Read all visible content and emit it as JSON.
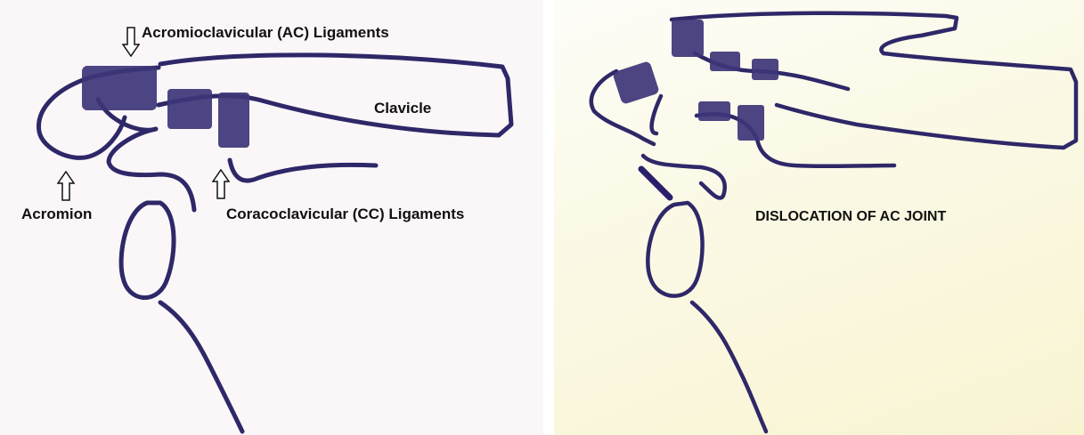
{
  "left_panel": {
    "labels": {
      "ac_ligaments": "Acromioclavicular (AC) Ligaments",
      "clavicle": "Clavicle",
      "acromion": "Acromion",
      "cc_ligaments": "Coracoclavicular (CC) Ligaments"
    }
  },
  "right_panel": {
    "labels": {
      "title": "DISLOCATION OF AC JOINT"
    }
  },
  "colors": {
    "ink": "#2e2868",
    "ligament_fill": "#3d3578"
  }
}
